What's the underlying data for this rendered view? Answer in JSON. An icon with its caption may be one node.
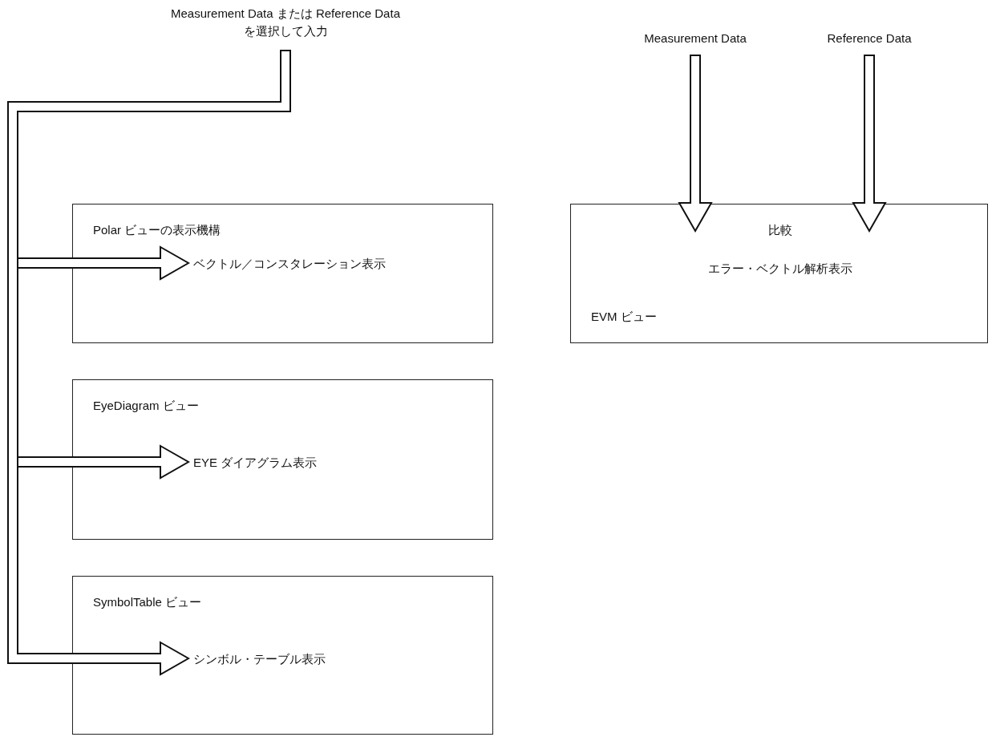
{
  "diagram": {
    "nodes": [
      {
        "text": [
          "Measurement Data または Reference Data を選択して入力"
        ]
      },
      {
        "text": [
          "Polar ビューの表示機構"
        ]
      },
      {
        "text": [
          "ベクトル／コンスタレーション表示"
        ],
        "in": 1
      },
      {
        "text": [
          "EyeDiagram ビュー"
        ]
      },
      {
        "text": [
          "EYE ダイアグラム表示"
        ],
        "in": 3
      },
      {
        "text": [
          "SymbolTable ビュー"
        ]
      },
      {
        "text": [
          "シンボル・テーブル表示"
        ],
        "in": 5
      },
      {
        "text": [
          "Measurement Data"
        ]
      },
      {
        "text": [
          "Reference Data"
        ]
      },
      {
        "text": [
          "比較",
          "エラー・ベクトル解析表示",
          "EVM ビュー"
        ]
      }
    ],
    "edges": [
      {
        "from": 0,
        "to": 2,
        "arrow": "to"
      },
      {
        "from": 0,
        "to": 4,
        "arrow": "to"
      },
      {
        "from": 0,
        "to": 6,
        "arrow": "to"
      },
      {
        "from": 7,
        "to": 9,
        "arrow": "to"
      },
      {
        "from": 8,
        "to": 9,
        "arrow": "to"
      }
    ]
  }
}
